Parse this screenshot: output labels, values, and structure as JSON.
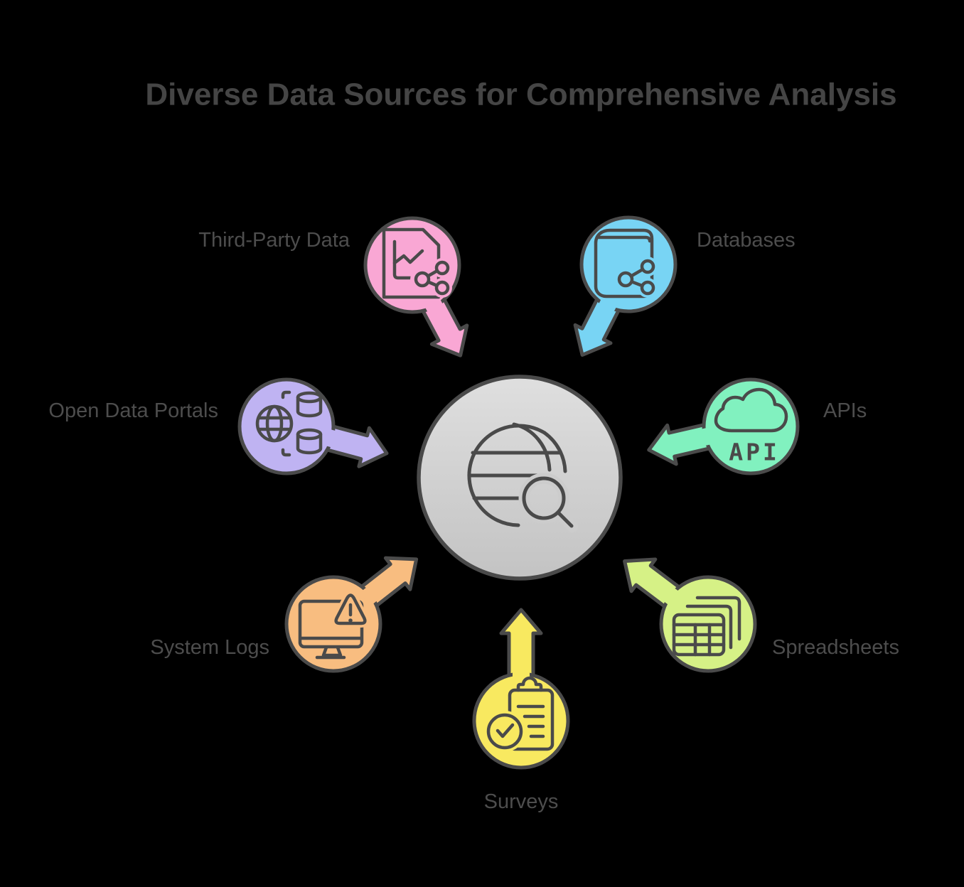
{
  "title": "Diverse Data Sources for Comprehensive Analysis",
  "title_color": "#454545",
  "text_color": "#4D4D4D",
  "outline_color": "#4A4A4A",
  "background": "#000000",
  "center": {
    "name": "central-data-hub",
    "icon": "globe-search-icon",
    "fill_top": "#DFDFDF",
    "fill_bottom": "#C3C3C3",
    "halo": "#CCCCCC"
  },
  "nodes": [
    {
      "id": "third-party-data",
      "label": "Third-Party Data",
      "color": "#F9A7D4",
      "icon": "document-chart-share-icon"
    },
    {
      "id": "databases",
      "label": "Databases",
      "color": "#78D4F4",
      "icon": "book-share-icon"
    },
    {
      "id": "apis",
      "label": "APIs",
      "color": "#81F1BF",
      "icon": "cloud-api-icon",
      "api_text": "API"
    },
    {
      "id": "spreadsheets",
      "label": "Spreadsheets",
      "color": "#D6F186",
      "icon": "spreadsheet-stack-icon"
    },
    {
      "id": "surveys",
      "label": "Surveys",
      "color": "#F8E960",
      "icon": "clipboard-check-icon"
    },
    {
      "id": "system-logs",
      "label": "System Logs",
      "color": "#F8BD80",
      "icon": "monitor-warning-icon"
    },
    {
      "id": "open-data-portals",
      "label": "Open Data Portals",
      "color": "#BFB3F2",
      "icon": "globe-database-icon"
    }
  ]
}
